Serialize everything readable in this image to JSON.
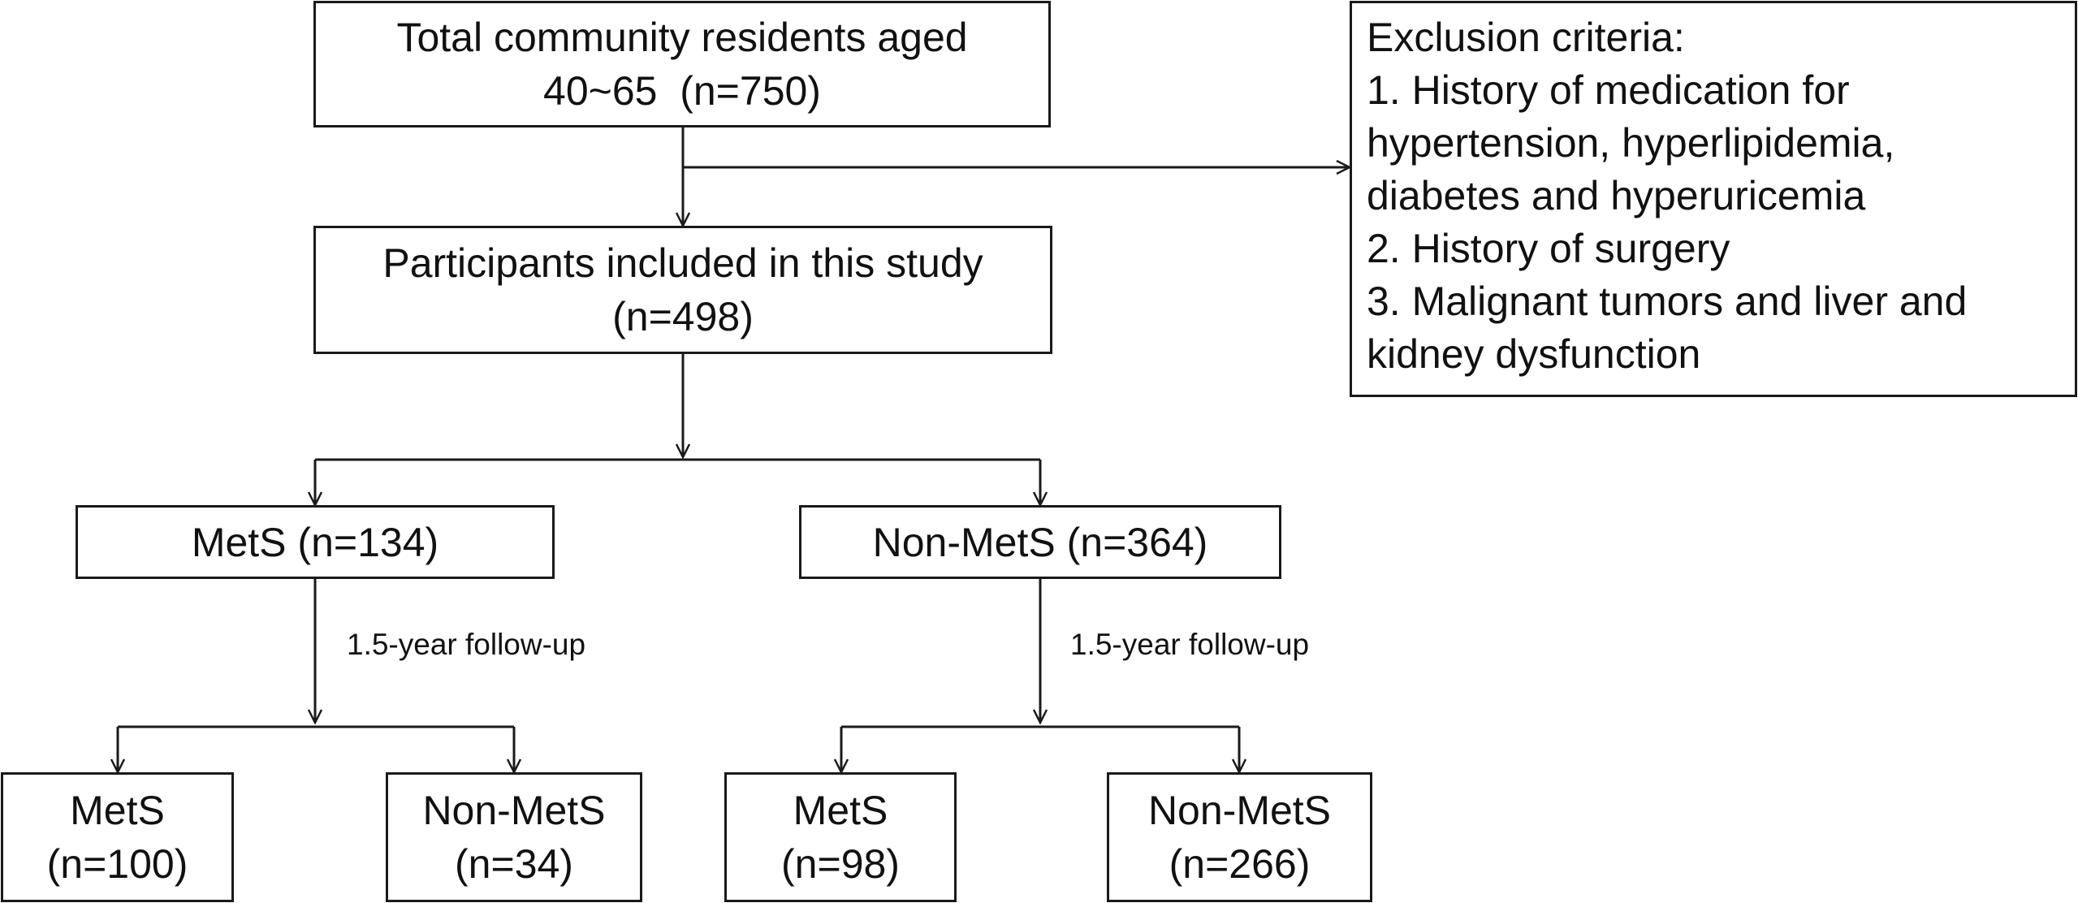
{
  "total_box": {
    "line1": "Total community residents aged",
    "line2": "40~65  (n=750)"
  },
  "exclusion_box": {
    "title": "Exclusion criteria:",
    "items": [
      "1. History of medication for",
      "hypertension, hyperlipidemia,",
      "diabetes and hyperuricemia",
      "2. History of surgery",
      "3. Malignant tumors and liver and",
      "kidney dysfunction"
    ]
  },
  "included_box": {
    "line1": "Participants included in this study",
    "line2": "(n=498)"
  },
  "mets_group": {
    "label": "MetS (n=134)"
  },
  "nonmets_group": {
    "label": "Non-MetS (n=364)"
  },
  "followup_label": "1.5-year follow-up",
  "outcomes": {
    "mets_to_mets": {
      "line1": "MetS",
      "line2": "(n=100)"
    },
    "mets_to_nonmets": {
      "line1": "Non-MetS",
      "line2": "(n=34)"
    },
    "nonmets_to_mets": {
      "line1": "MetS",
      "line2": "(n=98)"
    },
    "nonmets_to_nonmets": {
      "line1": "Non-MetS",
      "line2": "(n=266)"
    }
  }
}
